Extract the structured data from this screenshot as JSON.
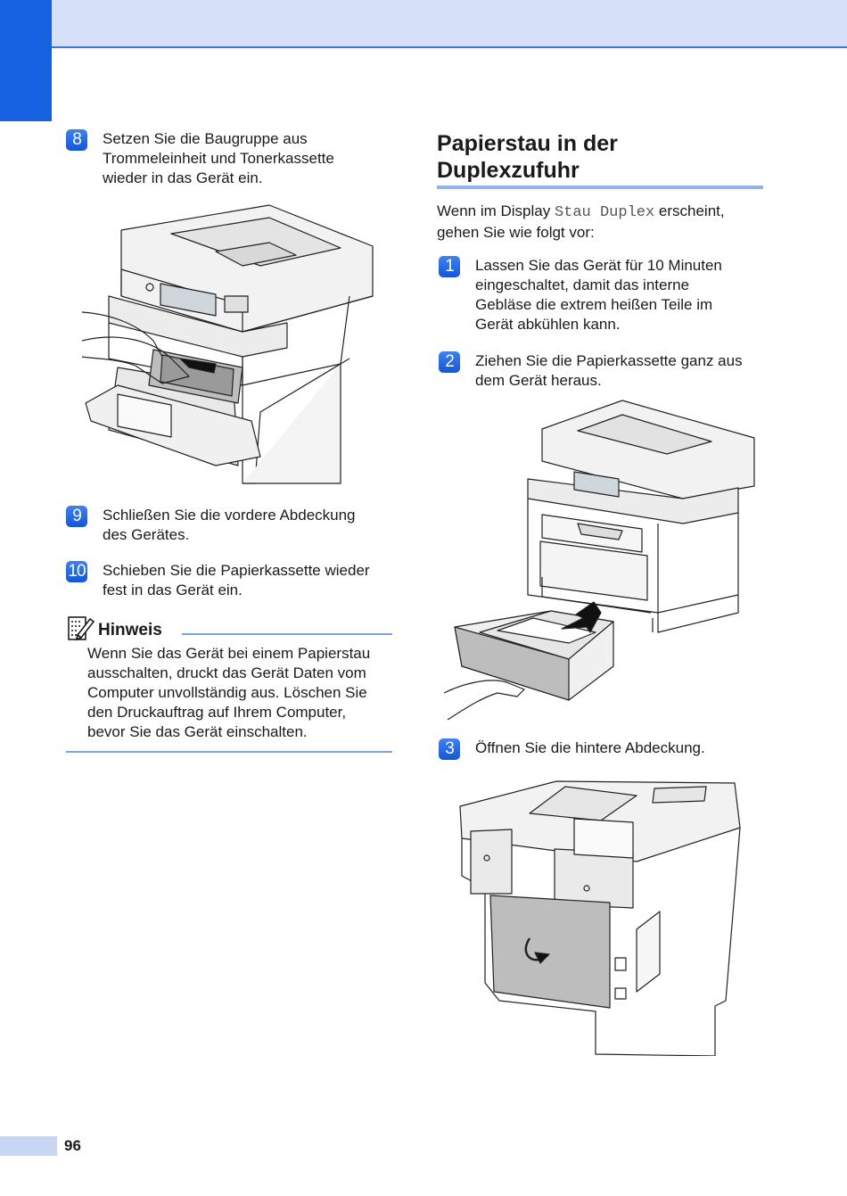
{
  "page_number": "96",
  "left_column": {
    "step8": {
      "badge": "8",
      "lines": [
        "Setzen Sie die Baugruppe aus",
        "Trommeleinheit und Tonerkassette",
        "wieder in das Gerät ein."
      ]
    },
    "step9": {
      "badge": "9",
      "lines": [
        "Schließen Sie die vordere Abdeckung",
        "des Gerätes."
      ]
    },
    "step10": {
      "badge": "10",
      "lines": [
        "Schieben Sie die Papierkassette wieder",
        "fest in das Gerät ein."
      ]
    },
    "note": {
      "label": "Hinweis",
      "icon": "note-pencil-icon",
      "lines": [
        "Wenn Sie das Gerät bei einem Papierstau",
        "ausschalten, druckt das Gerät Daten vom",
        "Computer unvollständig aus. Löschen Sie",
        "den Druckauftrag auf Ihrem Computer,",
        "bevor Sie das Gerät einschalten."
      ]
    }
  },
  "right_column": {
    "title_lines": [
      "Papierstau in der",
      "Duplexzufuhr"
    ],
    "intro": {
      "before": "Wenn im Display ",
      "code": "Stau Duplex",
      "after": " erscheint,",
      "line2": "gehen Sie wie folgt vor:"
    },
    "step1": {
      "badge": "1",
      "lines": [
        "Lassen Sie das Gerät für 10 Minuten",
        "eingeschaltet, damit das interne",
        "Gebläse die extrem heißen Teile im",
        "Gerät abkühlen kann."
      ]
    },
    "step2": {
      "badge": "2",
      "lines": [
        "Ziehen Sie die Papierkassette ganz aus",
        "dem Gerät heraus."
      ]
    },
    "step3": {
      "badge": "3",
      "lines": [
        "Öffnen Sie die hintere Abdeckung."
      ]
    }
  },
  "colors": {
    "accent": "#1561e0",
    "header_band": "#d6e0f7",
    "rule": "#8fb3ee"
  }
}
